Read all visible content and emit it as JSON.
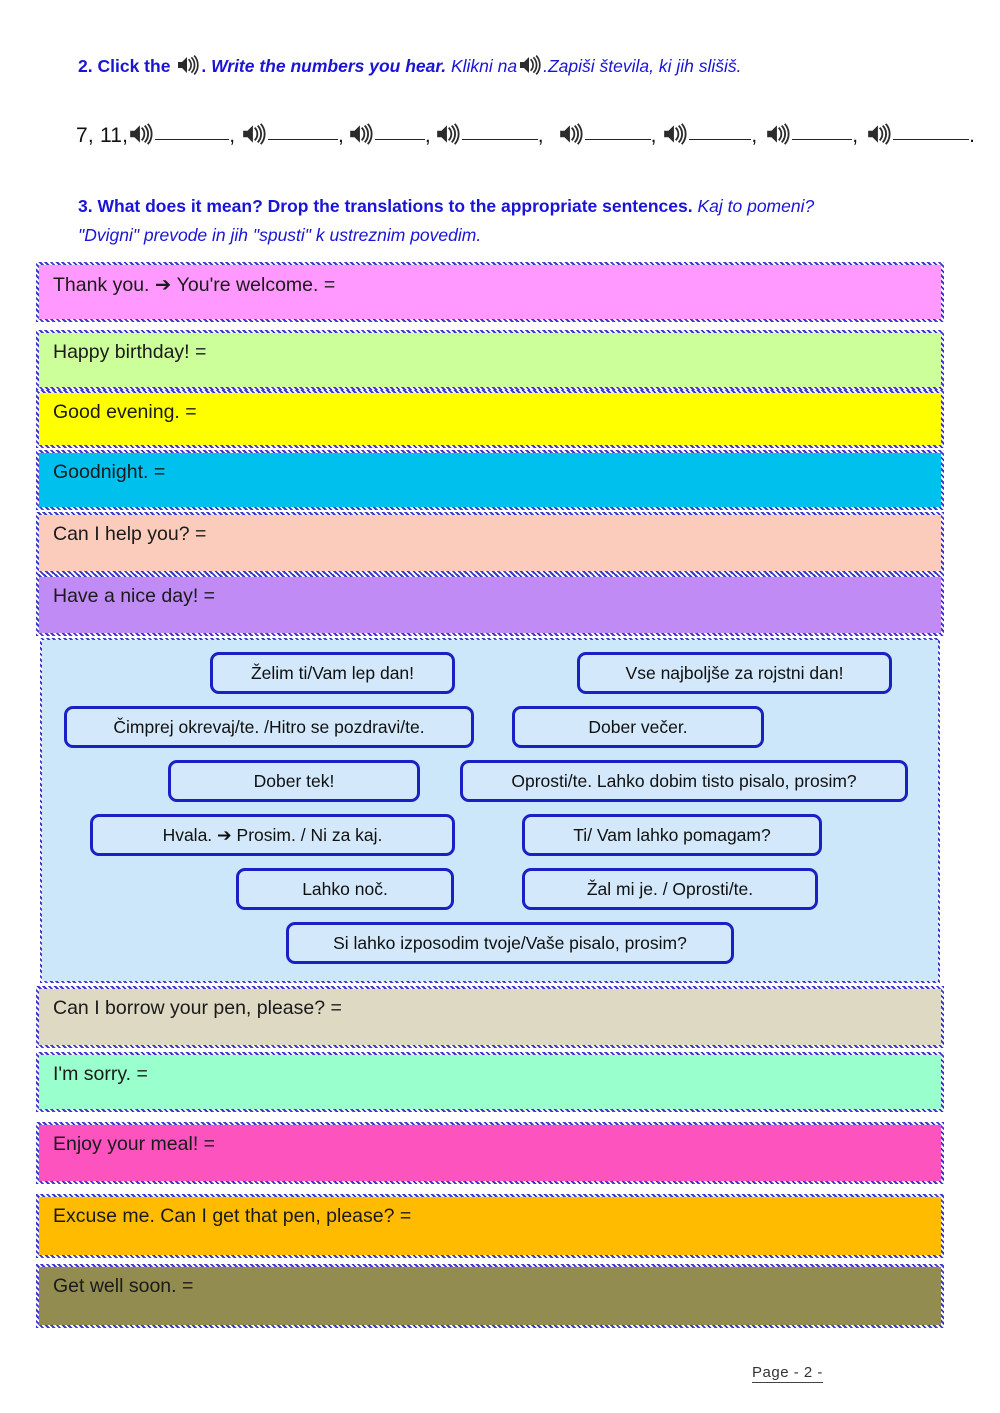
{
  "exercise2": {
    "number": "2.",
    "instruction_en_1": "Click the",
    "instruction_en_2": "Write the numbers you hear.",
    "instruction_sl_1": "Klikni na",
    "instruction_sl_2": ".Zapiši števila, ki jih slišiš.",
    "dot": ".",
    "given_numbers": "7, 11,",
    "speaker_icon_name": "speaker-icon",
    "blank_count": 8,
    "final_period": "."
  },
  "exercise3": {
    "number": "3.",
    "instruction_en": "What does it mean? Drop the translations to the appropriate sentences.",
    "instruction_sl_line1": "Kaj to pomeni?",
    "instruction_sl_line2": "\"Dvigni\" prevode in jih \"spusti\" k ustreznim povedim.",
    "drop_zones_top": [
      {
        "text_before": "Thank you.",
        "arrow": "➔",
        "text_after": "You're welcome. =",
        "color": "#ff99ff"
      },
      {
        "text_before": "",
        "arrow": "",
        "text_after": "Happy birthday! =",
        "color": "#ccff99"
      },
      {
        "text_before": "",
        "arrow": "",
        "text_after": "Good evening. =",
        "color": "#ffff00"
      },
      {
        "text_before": "",
        "arrow": "",
        "text_after": "Goodnight. =",
        "color": "#00c0ee"
      },
      {
        "text_before": "",
        "arrow": "",
        "text_after": "Can I help you? =",
        "color": "#fbcbbb"
      },
      {
        "text_before": "",
        "arrow": "",
        "text_after": "Have a nice day! =",
        "color": "#c18bf5"
      }
    ],
    "drop_zones_bottom": [
      {
        "text_after": "Can I borrow your pen, please? =",
        "color": "#ddd9c3"
      },
      {
        "text_after": "I'm sorry. =",
        "color": "#99ffcc"
      },
      {
        "text_after": "Enjoy your meal! =",
        "color": "#fc53bf"
      },
      {
        "text_after": "Excuse me. Can I get that pen, please? =",
        "color": "#ffbb00"
      },
      {
        "text_after": "Get well soon. =",
        "color": "#938c50"
      }
    ],
    "drag_items": [
      {
        "label": "Želim ti/Vam lep dan!"
      },
      {
        "label": "Vse najboljše za rojstni dan!"
      },
      {
        "label": "Čimprej okrevaj/te. /Hitro se pozdravi/te."
      },
      {
        "label": "Dober večer."
      },
      {
        "label": "Dober tek!"
      },
      {
        "label": "Oprosti/te. Lahko dobim tisto pisalo, prosim?"
      },
      {
        "label": "Hvala.  ➔  Prosim. / Ni za kaj."
      },
      {
        "label": "Ti/ Vam lahko pomagam?"
      },
      {
        "label": "Lahko noč."
      },
      {
        "label": "Žal mi je. / Oprosti/te."
      },
      {
        "label": "Si lahko izposodim tvoje/Vaše pisalo, prosim?"
      }
    ]
  },
  "footer": {
    "page_label": "Page    - 2 -"
  },
  "colors": {
    "heading_blue": "#1a15d6",
    "chip_border": "#1a21c4",
    "panel_bg": "#cce7fa"
  }
}
